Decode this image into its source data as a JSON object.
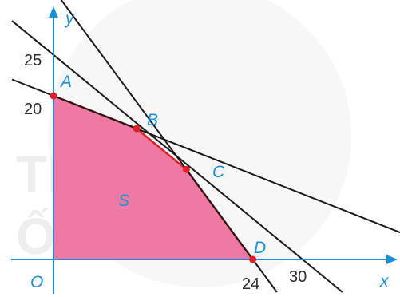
{
  "colors": {
    "region_fill": "#ee7aa3",
    "boundary": "#e01f26",
    "line": "#1a1a1a",
    "axis": "#1d8fd6",
    "point_label": "#1d8fd6",
    "number": "#2a2a2a",
    "watermark": "#eeeeee"
  },
  "axes": {
    "x_label": "x",
    "y_label": "y",
    "origin_label": "O",
    "x_ticks": [
      "24",
      "30"
    ],
    "y_ticks": [
      "20",
      "25"
    ]
  },
  "region": {
    "label": "S"
  },
  "points": [
    {
      "label": "A",
      "x": 0,
      "y": 20
    },
    {
      "label": "B",
      "x": 10,
      "y": 16
    },
    {
      "label": "C",
      "x": 16,
      "y": 11
    },
    {
      "label": "D",
      "x": 24,
      "y": 0
    }
  ],
  "lines": [
    {
      "name": "line-through-A-and-B",
      "p1": [
        0,
        20
      ],
      "p2": [
        10,
        16
      ]
    },
    {
      "name": "line-through-25-and-30",
      "p1": [
        0,
        25
      ],
      "p2": [
        30,
        0
      ]
    },
    {
      "name": "line-through-C-and-D",
      "p1": [
        16,
        11
      ],
      "p2": [
        24,
        0
      ]
    }
  ],
  "watermark": {
    "lines": [
      "THỨC",
      "ỐNG"
    ]
  }
}
